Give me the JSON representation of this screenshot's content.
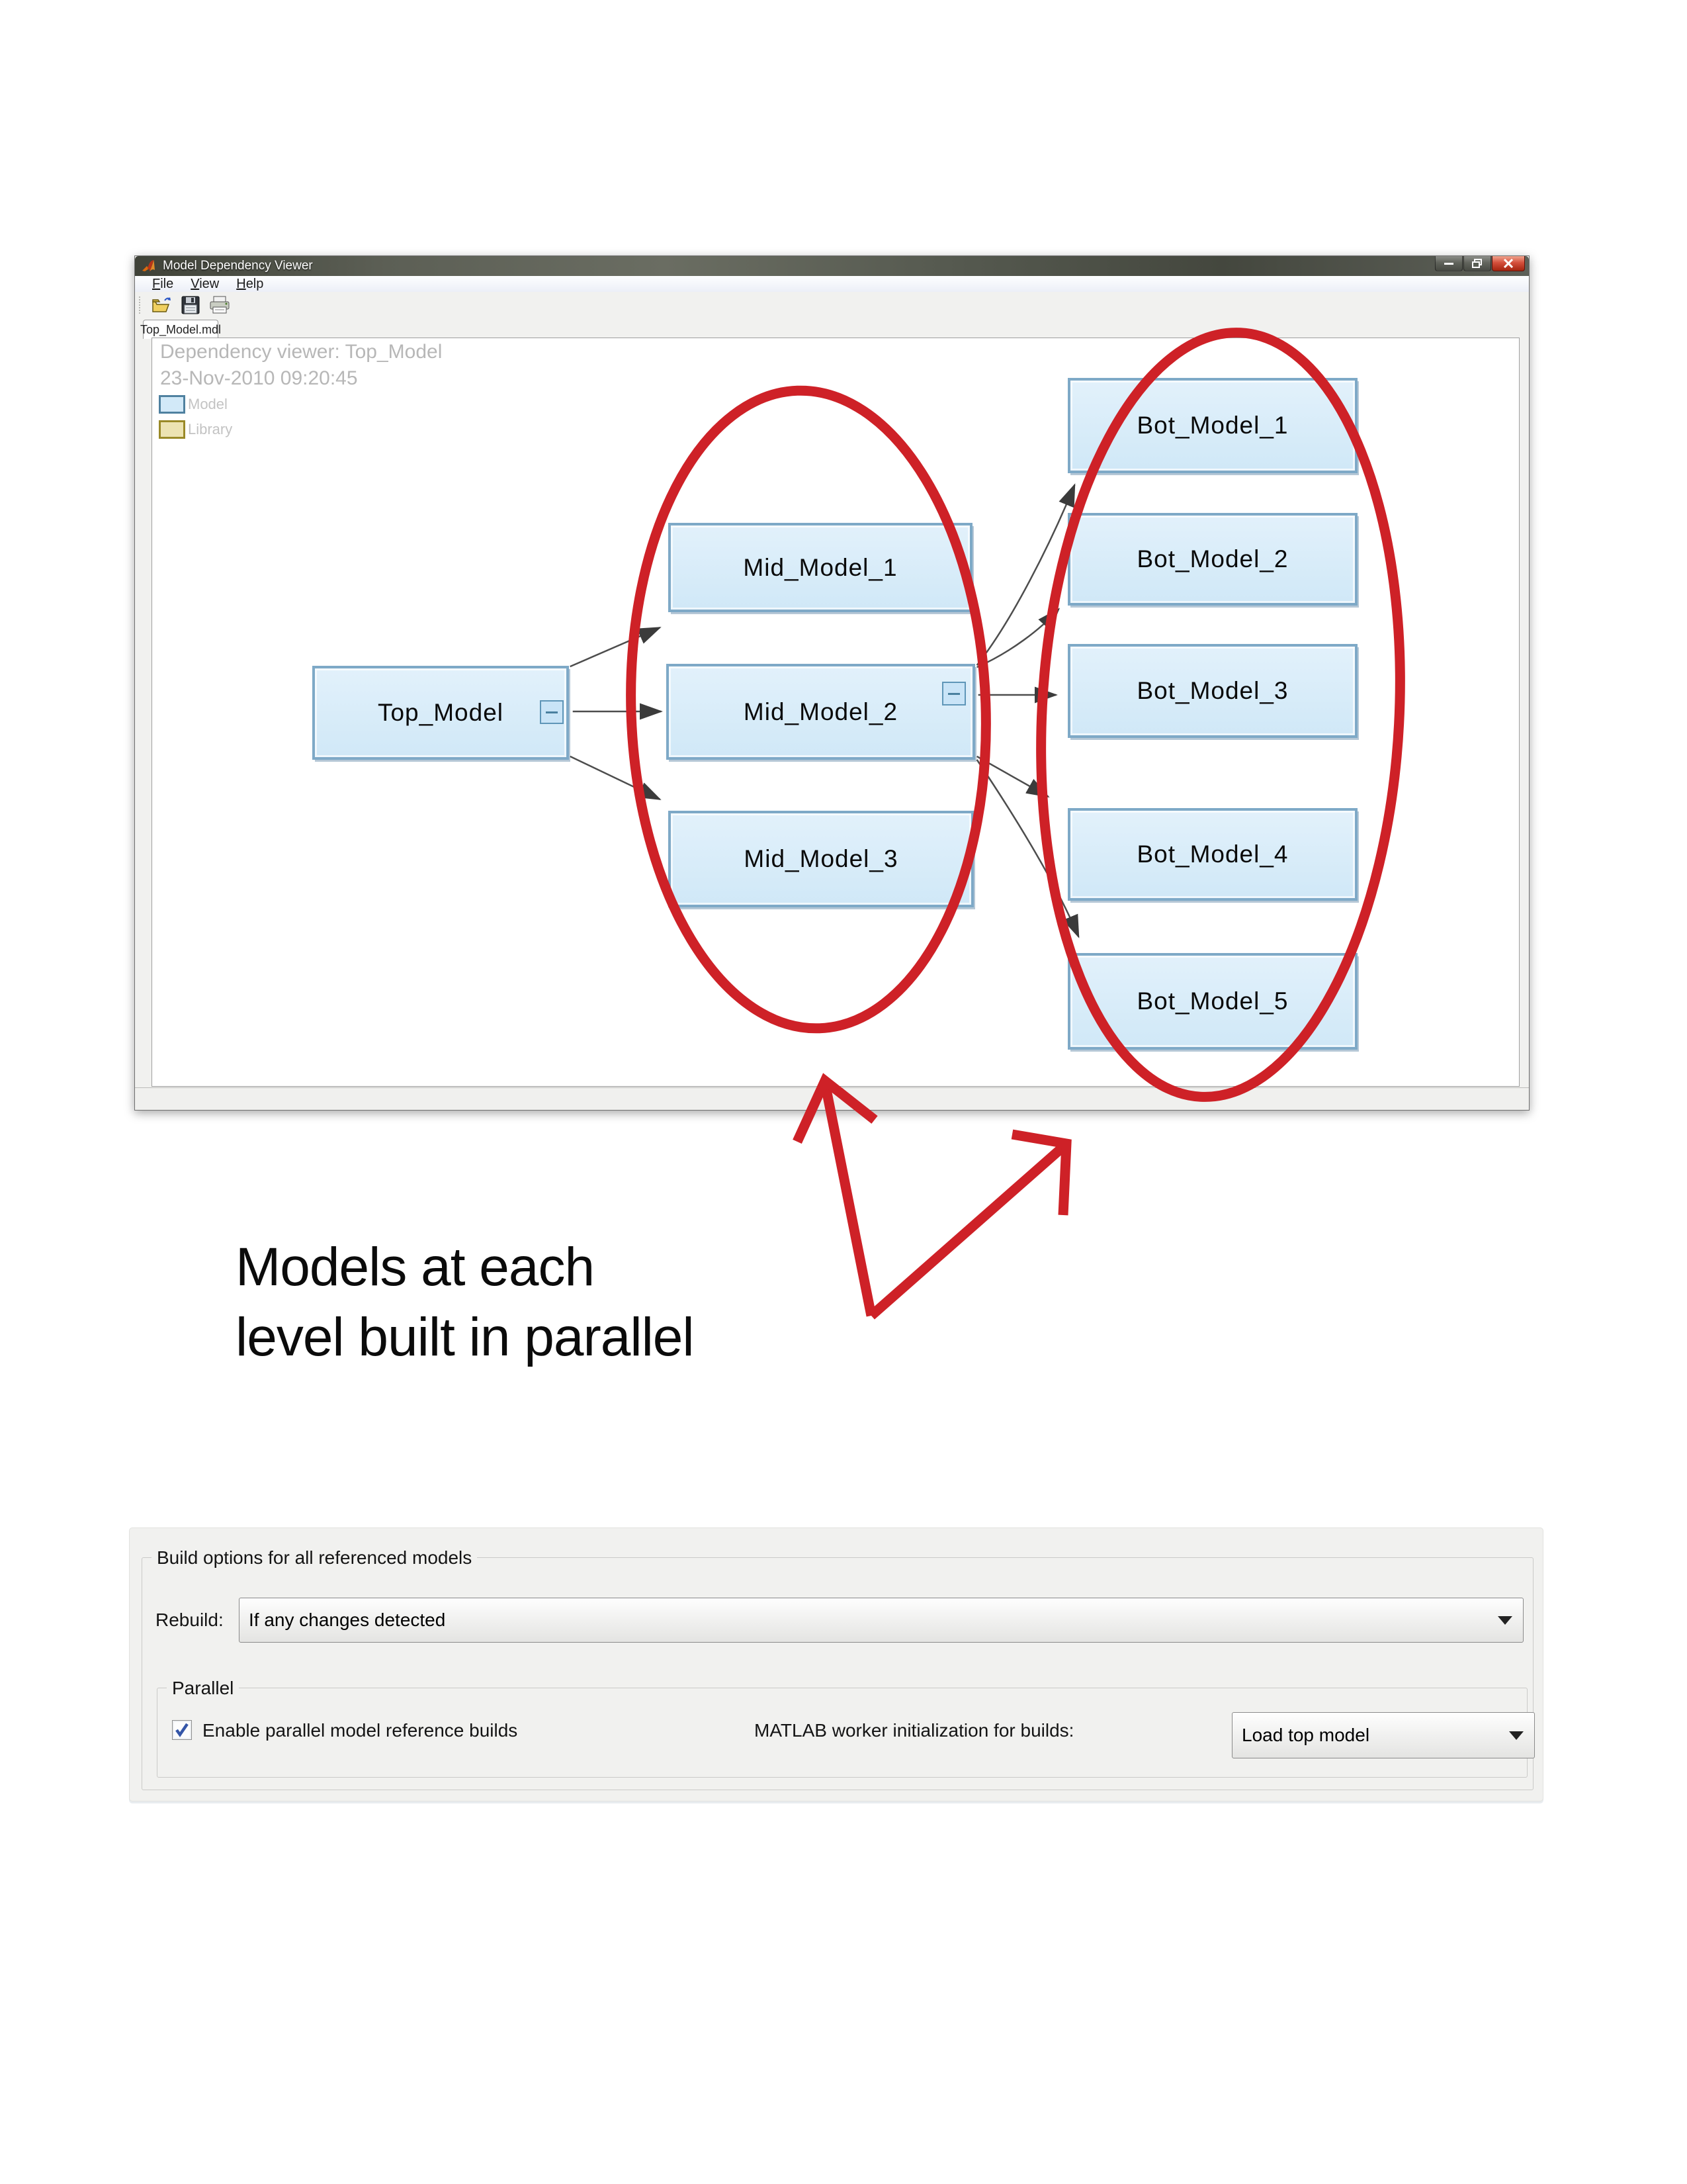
{
  "window": {
    "title": "Model Dependency Viewer",
    "menu_items": [
      "File",
      "View",
      "Help"
    ],
    "toolbar_icons": [
      "open-icon",
      "save-icon",
      "print-icon"
    ],
    "tab_label": "Top_Model.mdl",
    "window_controls": [
      "minimize",
      "restore",
      "close"
    ]
  },
  "canvas": {
    "legend": {
      "title": "Dependency viewer: Top_Model",
      "timestamp": "23-Nov-2010 09:20:45",
      "items": [
        {
          "label": "Model",
          "fill": "#d2e9f8",
          "border": "#4f81a0"
        },
        {
          "label": "Library",
          "fill": "#ece3b2",
          "border": "#9a8a28"
        }
      ]
    },
    "nodes": [
      {
        "id": "top_model",
        "label": "Top_Model",
        "has_collapse_toggle": true
      },
      {
        "id": "mid_model_1",
        "label": "Mid_Model_1",
        "has_collapse_toggle": false
      },
      {
        "id": "mid_model_2",
        "label": "Mid_Model_2",
        "has_collapse_toggle": true
      },
      {
        "id": "mid_model_3",
        "label": "Mid_Model_3",
        "has_collapse_toggle": false
      },
      {
        "id": "bot_model_1",
        "label": "Bot_Model_1",
        "has_collapse_toggle": false
      },
      {
        "id": "bot_model_2",
        "label": "Bot_Model_2",
        "has_collapse_toggle": false
      },
      {
        "id": "bot_model_3",
        "label": "Bot_Model_3",
        "has_collapse_toggle": false
      },
      {
        "id": "bot_model_4",
        "label": "Bot_Model_4",
        "has_collapse_toggle": false
      },
      {
        "id": "bot_model_5",
        "label": "Bot_Model_5",
        "has_collapse_toggle": false
      }
    ],
    "edges": [
      {
        "from": "top_model",
        "to": "mid_model_1"
      },
      {
        "from": "top_model",
        "to": "mid_model_2"
      },
      {
        "from": "top_model",
        "to": "mid_model_3"
      },
      {
        "from": "mid_model_2",
        "to": "bot_model_1"
      },
      {
        "from": "mid_model_2",
        "to": "bot_model_2"
      },
      {
        "from": "mid_model_2",
        "to": "bot_model_3"
      },
      {
        "from": "mid_model_2",
        "to": "bot_model_4"
      },
      {
        "from": "mid_model_2",
        "to": "bot_model_5"
      }
    ]
  },
  "annotation": {
    "line1": "Models at each",
    "line2": "level built in parallel",
    "color": "#ce2127"
  },
  "panel": {
    "group_title": "Build options for all referenced models",
    "rebuild": {
      "label": "Rebuild:",
      "value": "If any changes detected"
    },
    "parallel_group": {
      "title": "Parallel",
      "checkbox": {
        "label": "Enable parallel model reference builds",
        "checked": true
      },
      "worker": {
        "label": "MATLAB worker initialization for builds:",
        "value": "Load top model"
      }
    }
  }
}
